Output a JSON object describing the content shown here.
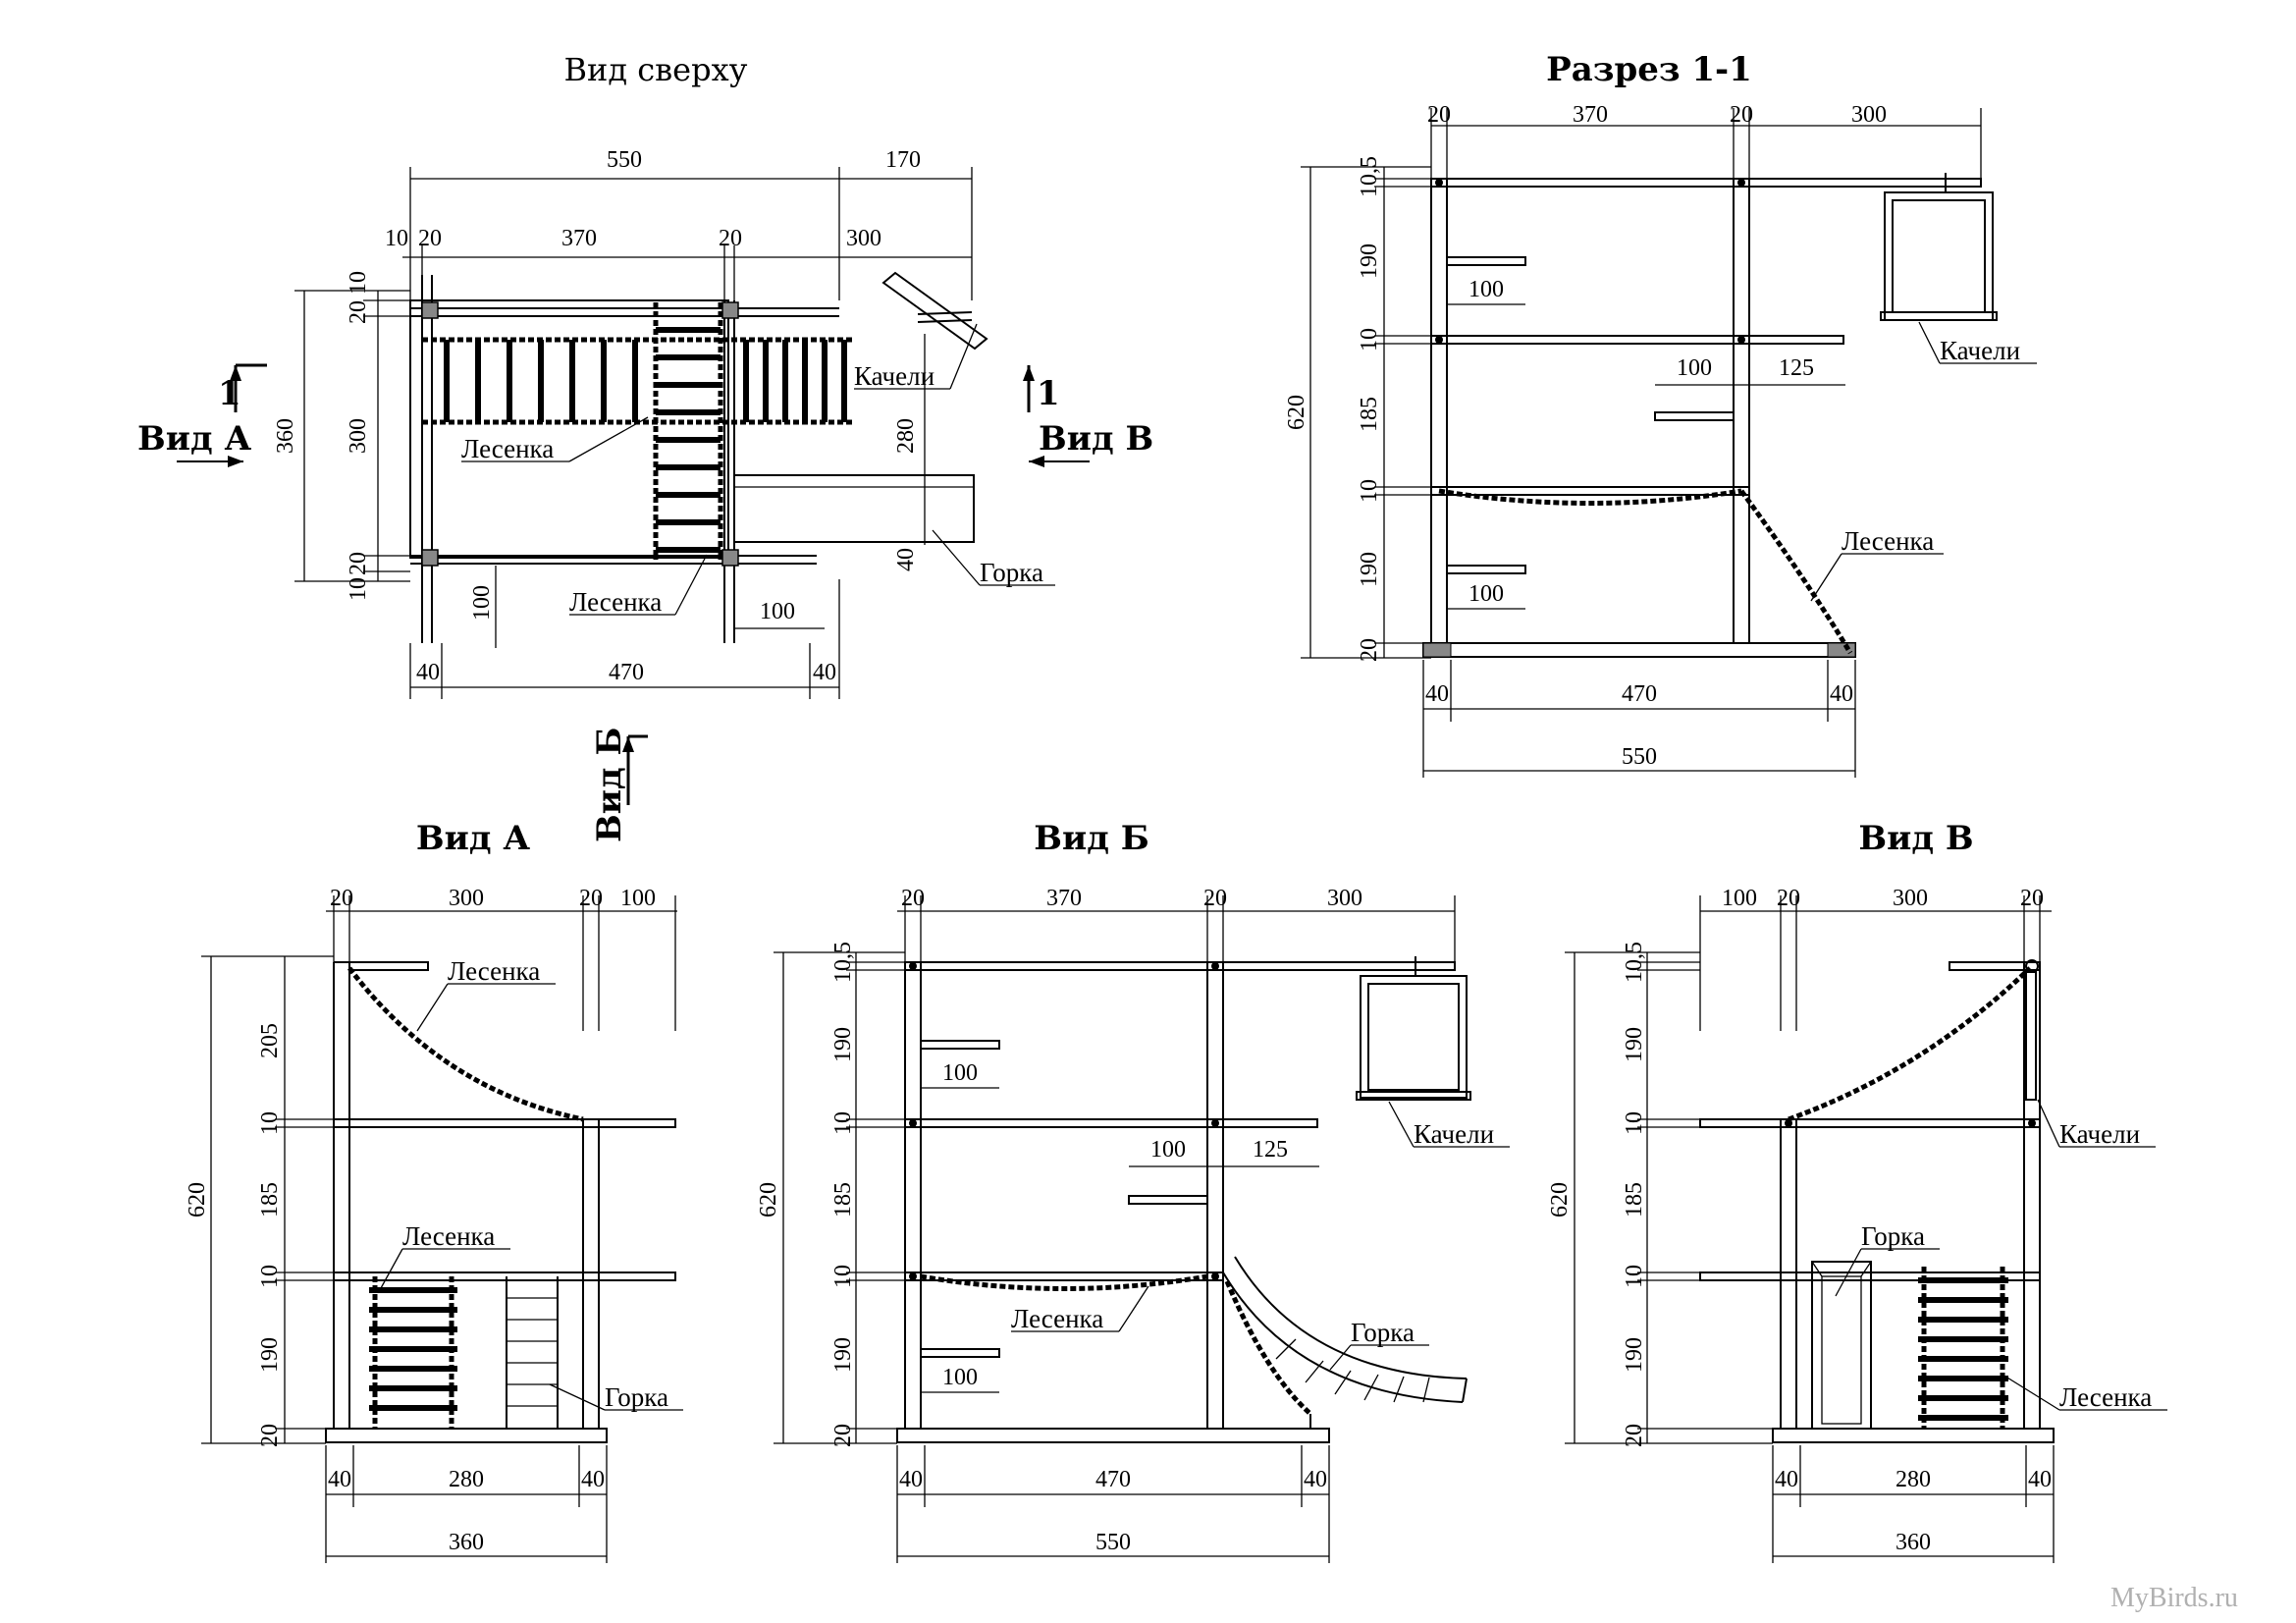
{
  "titles": {
    "top_view": "Вид сверху",
    "section": "Разрез 1-1",
    "view_a": "Вид А",
    "view_b": "Вид Б",
    "view_v": "Вид В"
  },
  "marks": {
    "cut": "1",
    "view_a": "Вид А",
    "view_v": "Вид В",
    "view_b": "Вид Б"
  },
  "labels": {
    "ladder": "Лесенка",
    "swing": "Качели",
    "slide": "Горка"
  },
  "top_view_dims": {
    "d550": "550",
    "d170": "170",
    "d10": "10",
    "d20a": "20",
    "d370": "370",
    "d20b": "20",
    "d300": "300",
    "v10a": "10",
    "v20a": "20",
    "v300": "300",
    "v20b": "20",
    "v10b": "10",
    "v360": "360",
    "d280": "280",
    "d40r": "40",
    "d100a": "100",
    "d100b": "100",
    "b40a": "40",
    "b470": "470",
    "b40b": "40"
  },
  "section_dims": {
    "t20a": "20",
    "t370": "370",
    "t20b": "20",
    "t300": "300",
    "v105": "10,5",
    "v190a": "190",
    "v10a": "10",
    "v185": "185",
    "v10b": "10",
    "v190b": "190",
    "v20": "20",
    "v620": "620",
    "s100a": "100",
    "s100b": "100",
    "s125": "125",
    "s100c": "100",
    "b40a": "40",
    "b470": "470",
    "b40b": "40",
    "b550": "550"
  },
  "view_a_dims": {
    "t20a": "20",
    "t300": "300",
    "t20b": "20",
    "t100": "100",
    "v205": "205",
    "v10a": "10",
    "v185": "185",
    "v10b": "10",
    "v190": "190",
    "v20": "20",
    "v620": "620",
    "b40a": "40",
    "b280": "280",
    "b40b": "40",
    "b360": "360"
  },
  "view_b_dims": {
    "t20a": "20",
    "t370": "370",
    "t20b": "20",
    "t300": "300",
    "v105": "10,5",
    "v190a": "190",
    "v10a": "10",
    "v185": "185",
    "v10b": "10",
    "v190b": "190",
    "v20": "20",
    "v620": "620",
    "s100a": "100",
    "s100b": "100",
    "s125": "125",
    "s100c": "100",
    "b40a": "40",
    "b470": "470",
    "b40b": "40",
    "b550": "550"
  },
  "view_v_dims": {
    "t100": "100",
    "t20a": "20",
    "t300": "300",
    "t20b": "20",
    "v105": "10,5",
    "v190a": "190",
    "v10a": "10",
    "v185": "185",
    "v10b": "10",
    "v190b": "190",
    "v20": "20",
    "v620": "620",
    "b40a": "40",
    "b280": "280",
    "b40b": "40",
    "b360": "360"
  },
  "watermark": "MyBirds.ru"
}
